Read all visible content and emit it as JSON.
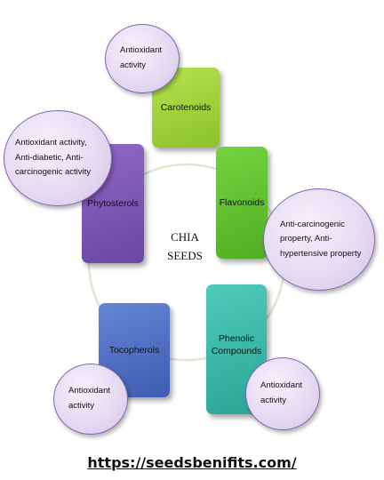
{
  "diagram": {
    "center_title_line1": "CHIA",
    "center_title_line2": "SEEDS",
    "components": [
      {
        "name": "Carotenoids",
        "color": "#9bd02c",
        "benefit_lines": [
          "Antioxidant",
          "activity"
        ]
      },
      {
        "name": "Flavonoids",
        "color": "#5cbf2a",
        "benefit_lines": [
          "Anti-carcinogenic",
          "property, Anti-",
          "hypertensive property"
        ]
      },
      {
        "name_lines": [
          "Phenolic",
          "Compounds"
        ],
        "color": "#35b7a8",
        "benefit_lines": [
          "Antioxidant",
          "activity"
        ]
      },
      {
        "name": "Tocopherols",
        "color": "#4e6dc2",
        "benefit_lines": [
          "Antioxidant",
          "activity"
        ]
      },
      {
        "name": "Phytosterols",
        "color": "#7a56b0",
        "benefit_lines": [
          "Antioxidant activity,",
          "Anti-diabetic, Anti-",
          "carcinogenic activity"
        ]
      }
    ],
    "ring_color": "#dde7d2"
  },
  "footer": {
    "url": "https://seedsbenifits.com/"
  }
}
